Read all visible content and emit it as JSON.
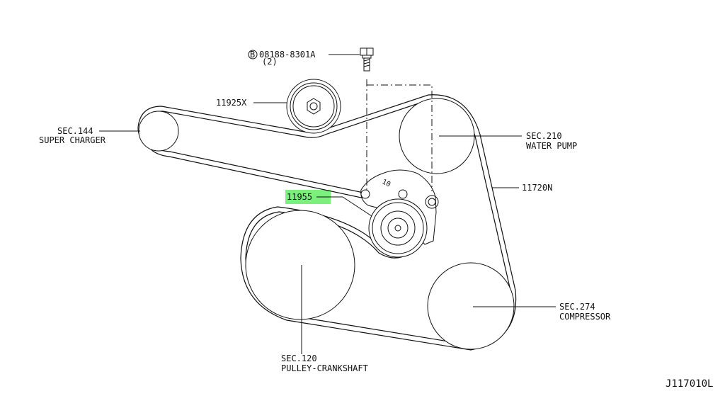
{
  "callouts": {
    "bolt_part": "08188-8301A",
    "bolt_marker": "B",
    "bolt_qty": "(2)",
    "idler": "11925X",
    "super_charger_sec": "SEC.144",
    "super_charger_name": "SUPER CHARGER",
    "water_pump_sec": "SEC.210",
    "water_pump_name": "WATER PUMP",
    "belt": "11720N",
    "tensioner": "11955",
    "compressor_sec": "SEC.274",
    "compressor_name": "COMPRESSOR",
    "crankshaft_sec": "SEC.120",
    "crankshaft_name": "PULLEY-CRANKSHAFT"
  },
  "figure_id": "J117010L",
  "colors": {
    "line": "#111111",
    "highlight": "#7cf07c"
  }
}
